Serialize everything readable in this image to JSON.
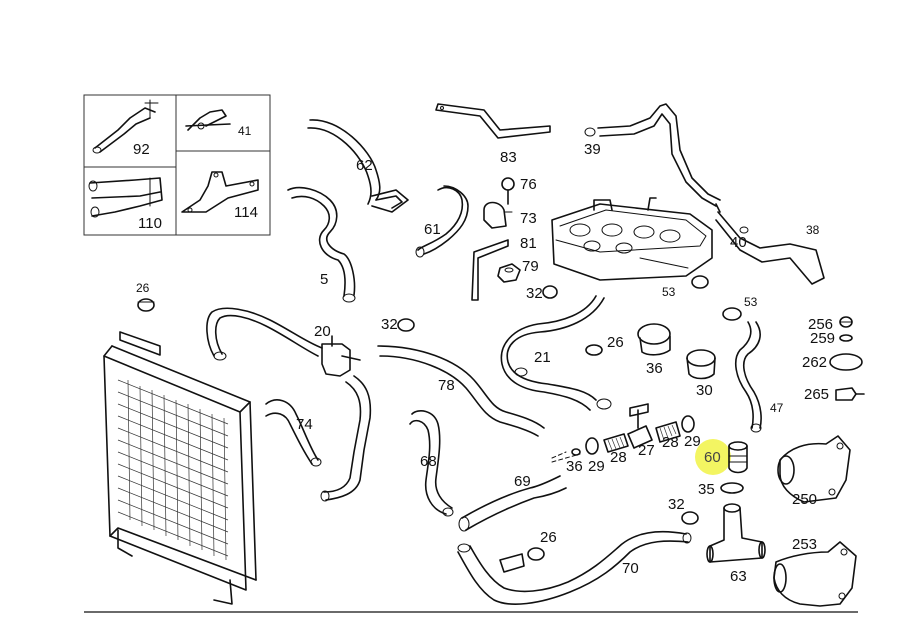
{
  "labels": {
    "l92": "92",
    "l41": "41",
    "l110": "110",
    "l114": "114",
    "l62": "62",
    "l5": "5",
    "l61": "61",
    "l83": "83",
    "l76": "76",
    "l73": "73",
    "l81": "81",
    "l79": "79",
    "l32a": "32",
    "l39": "39",
    "l40": "40",
    "l38": "38",
    "l53a": "53",
    "l53b": "53",
    "l26a": "26",
    "l20": "20",
    "l32b": "32",
    "l21": "21",
    "l26b": "26",
    "l36a": "36",
    "l30": "30",
    "l47": "47",
    "l256": "256",
    "l259": "259",
    "l262": "262",
    "l265": "265",
    "l78": "78",
    "l74": "74",
    "l68": "68",
    "l36b": "36",
    "l29a": "29",
    "l28a": "28",
    "l27": "27",
    "l28b": "28",
    "l29b": "29",
    "l60": "60",
    "l35": "35",
    "l250": "250",
    "l69": "69",
    "l32c": "32",
    "l26c": "26",
    "l70": "70",
    "l63": "63",
    "l253": "253"
  },
  "highlight_color": "#f3f562"
}
